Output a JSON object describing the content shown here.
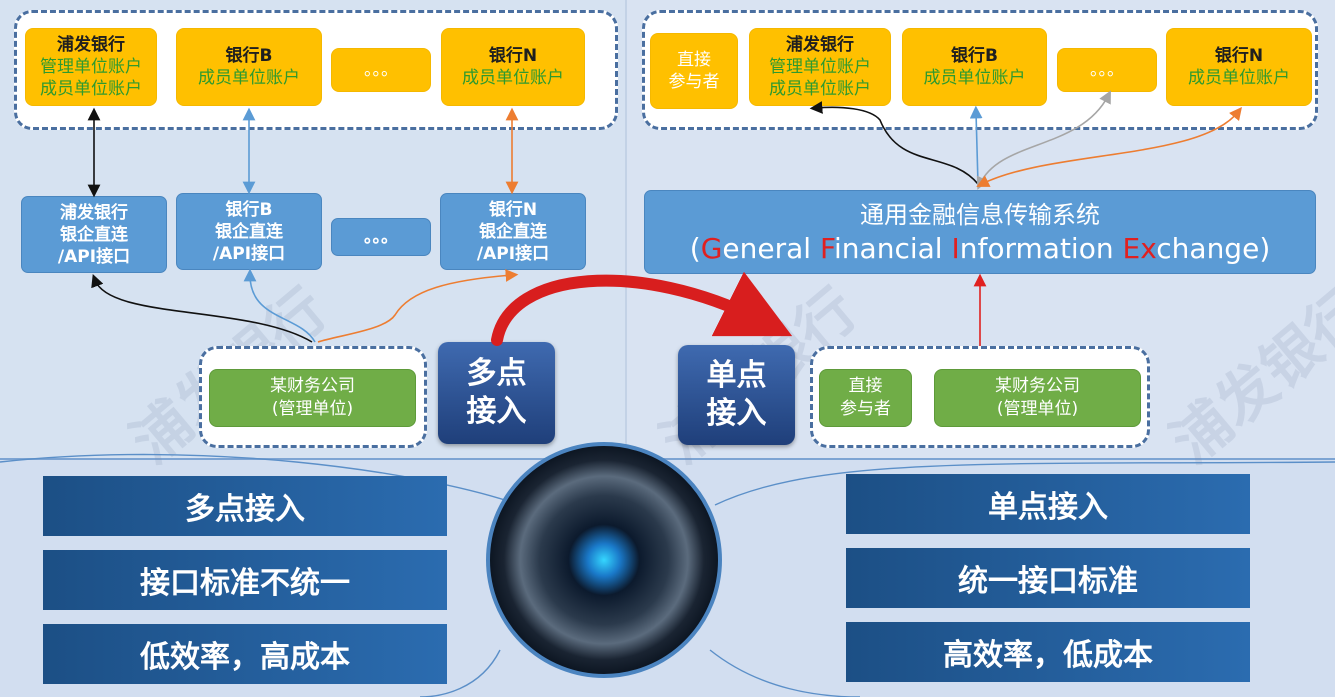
{
  "left": {
    "banks_top": [
      {
        "title": "浦发银行",
        "lines": [
          "管理单位账户",
          "成员单位账户"
        ]
      },
      {
        "title": "银行B",
        "lines": [
          "成员单位账户"
        ]
      },
      {
        "title": "。。。",
        "lines": []
      },
      {
        "title": "银行N",
        "lines": [
          "成员单位账户"
        ]
      }
    ],
    "banks_api": [
      {
        "lines": [
          "浦发银行",
          "银企直连",
          "/API接口"
        ]
      },
      {
        "lines": [
          "银行B",
          "银企直连",
          "/API接口"
        ]
      },
      {
        "lines": [
          "。。。"
        ]
      },
      {
        "lines": [
          "银行N",
          "银企直连",
          "/API接口"
        ]
      }
    ],
    "company": {
      "line1": "某财务公司",
      "line2": "(管理单位)"
    },
    "badge": {
      "line1": "多点",
      "line2": "接入"
    }
  },
  "right": {
    "participant_top": {
      "line1": "直接",
      "line2": "参与者"
    },
    "banks_top": [
      {
        "title": "浦发银行",
        "lines": [
          "管理单位账户",
          "成员单位账户"
        ]
      },
      {
        "title": "银行B",
        "lines": [
          "成员单位账户"
        ]
      },
      {
        "title": "。。。",
        "lines": []
      },
      {
        "title": "银行N",
        "lines": [
          "成员单位账户"
        ]
      }
    ],
    "system": {
      "line1": "通用金融信息传输系统",
      "open": "(",
      "w1a": "G",
      "w1b": "eneral ",
      "w2a": "F",
      "w2b": "inancial ",
      "w3a": "I",
      "w3b": "nformation ",
      "w4a": "E",
      "w4b": "x",
      "w4c": "change",
      "close": ")"
    },
    "badge": {
      "line1": "单点",
      "line2": "接入"
    },
    "participant_bottom": {
      "line1": "直接",
      "line2": "参与者"
    },
    "company": {
      "line1": "某财务公司",
      "line2": "(管理单位)"
    }
  },
  "bottom": {
    "left_bars": [
      "多点接入",
      "接口标准不统一",
      "低效率，高成本"
    ],
    "right_bars": [
      "单点接入",
      "统一接口标准",
      "高效率，低成本"
    ]
  },
  "colors": {
    "yellow": "#ffc000",
    "blue": "#5b9bd5",
    "green": "#70ad47",
    "navy": "#1f3f7a",
    "highlight_red": "#e02020"
  },
  "watermark": "浦发银行"
}
